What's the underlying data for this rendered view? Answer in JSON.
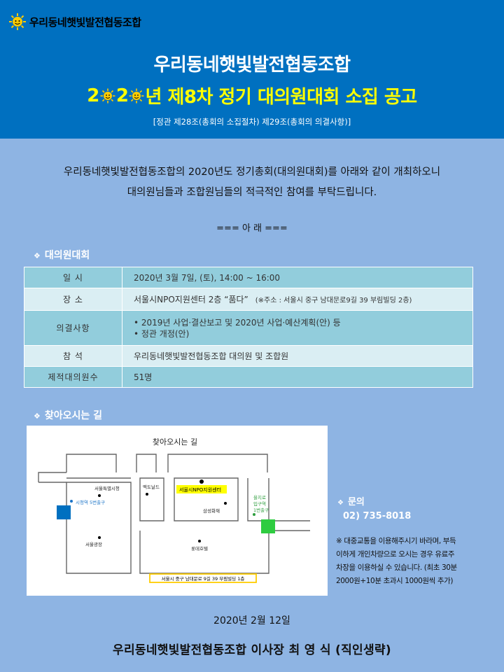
{
  "header": {
    "logo_text": "우리동네햇빛발전협동조합",
    "org_name": "우리동네햇빛발전협동조합",
    "notice_year_parts": [
      "2",
      "2",
      "년 제8차 정기 대의원대회 소집 공고"
    ],
    "legal_ref": "[정관 제28조(총회의 소집절차) 제29조(총회의 의결사항)]"
  },
  "intro": {
    "line1": "우리동네햇빛발전협동조합의 2020년도 정기총회(대의원대회)를 아래와 같이 개최하오니",
    "line2": "대의원님들과 조합원님들의 적극적인 참여를 부탁드립니다.",
    "below": "=== 아  래 ==="
  },
  "section_meeting": {
    "title": "대의원대회"
  },
  "table": {
    "rows": [
      {
        "label": "일    시",
        "value": "2020년  3월 7일,  (토),  14:00  ~ 16:00"
      },
      {
        "label": "장    소",
        "value": "서울시NPO지원센터  2층 “품다”",
        "note": "(※주소 : 서울시 중구 남대문로9길 39 부림빌딩 2층)"
      },
      {
        "label": "의결사항",
        "items": [
          "• 2019년 사업·결산보고 및 2020년 사업·예산계획(안) 등",
          "• 정관 개정(안)"
        ]
      },
      {
        "label": "참    석",
        "value": "우리동네햇빛발전협동조합  대의원 및 조합원"
      },
      {
        "label": "제적대의원수",
        "value": "51명"
      }
    ]
  },
  "section_directions": {
    "title": "찾아오시는 길"
  },
  "map": {
    "title": "찾아오시는 길",
    "city_hall": "서울특별시청",
    "exit_cityhall": "시청역 5번출구",
    "mcdonalds": "맥도날드",
    "npo_center": "서울시NPO지원센터",
    "samsung": "삼성화재",
    "euljiro": [
      "을지로",
      "입구역",
      "1번출구"
    ],
    "plaza": "서울광장",
    "lotte": "롯데호텔",
    "address": "서울시 중구 남대문로 9길 39 부림빌딩 1층"
  },
  "contact": {
    "title": "문의",
    "phone": "02) 735-8018",
    "transit_lines": [
      "※ 대중교통을 이용해주시기 바라며, 부득",
      "이하게 개인차량으로 오시는 경우 유료주",
      "차장을 이용하실 수 있습니다. (최초 30분",
      "2000원+10분 초과시 1000원씩 추가)"
    ]
  },
  "footer": {
    "date": "2020년 2월 12일",
    "signature": "우리동네햇빛발전협동조합  이사장  최 영 식 (직인생략)"
  },
  "colors": {
    "header_bg": "#0070c0",
    "page_bg": "#8eb4e3",
    "title_yellow": "#ffff00",
    "table_dark": "#92cddc",
    "table_light": "#daeef3"
  }
}
